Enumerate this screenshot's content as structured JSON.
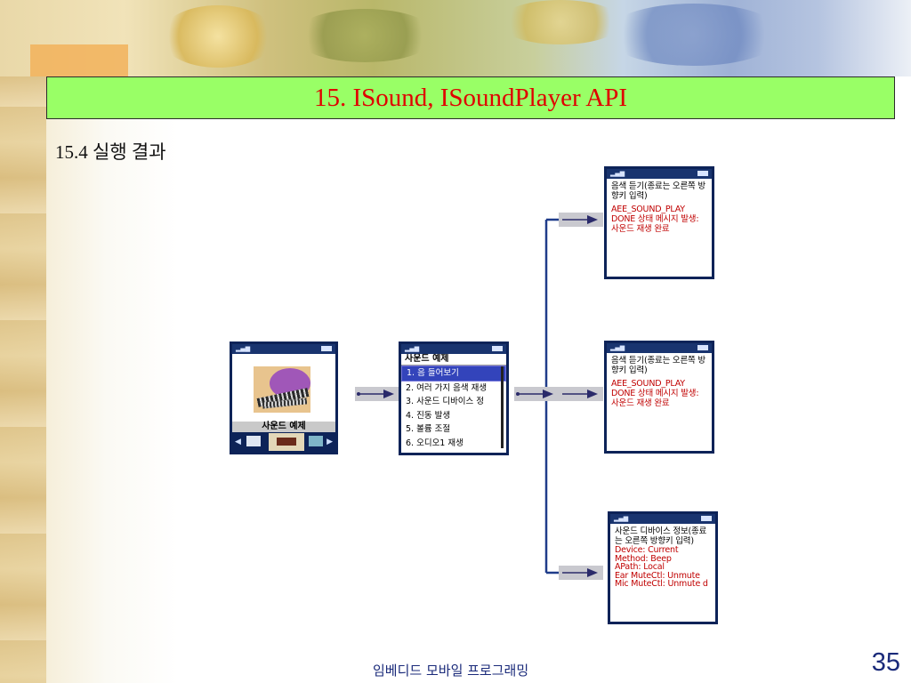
{
  "slide": {
    "title": "15. ISound, ISoundPlayer API",
    "subtitle": "15.4 실행 결과",
    "footer": "임베디드 모바일 프로그래밍",
    "page_number": "35"
  },
  "phone_main": {
    "label": "사운드 예제"
  },
  "phone_menu": {
    "header": "사운드 예제",
    "items": [
      "1. 음 들어보기",
      "2. 여러 가지 음색 재생",
      "3. 사운드 디바이스 정",
      "4. 진동 발생",
      "5. 볼륨 조절",
      "6. 오디오1 재생"
    ]
  },
  "result_1": {
    "line1": "음색 듣기(종료는 오른쪽 방향키 입력)",
    "line2": "AEE_SOUND_PLAY DONE 상태 메시지 발생: 사운드 재생 완료"
  },
  "result_2": {
    "line1": "음색 듣기(종료는 오른쪽 방향키 입력)",
    "line2": "AEE_SOUND_PLAY DONE 상태 메시지 발생: 사운드 재생 완료"
  },
  "result_3": {
    "line1": "사운드 디바이스 정보(종료는 오른쪽 방향키 입력)",
    "line2": "Device: Current",
    "line3": "Method: Beep",
    "line4": "APath: Local",
    "line5": "Ear MuteCtl: Unmute",
    "line6": "Mic MuteCtl: Unmute d"
  },
  "colors": {
    "title_bg": "#99ff66",
    "title_text": "#e00000",
    "phone_frame": "#0d2358",
    "connector": "#1f3c8a"
  }
}
